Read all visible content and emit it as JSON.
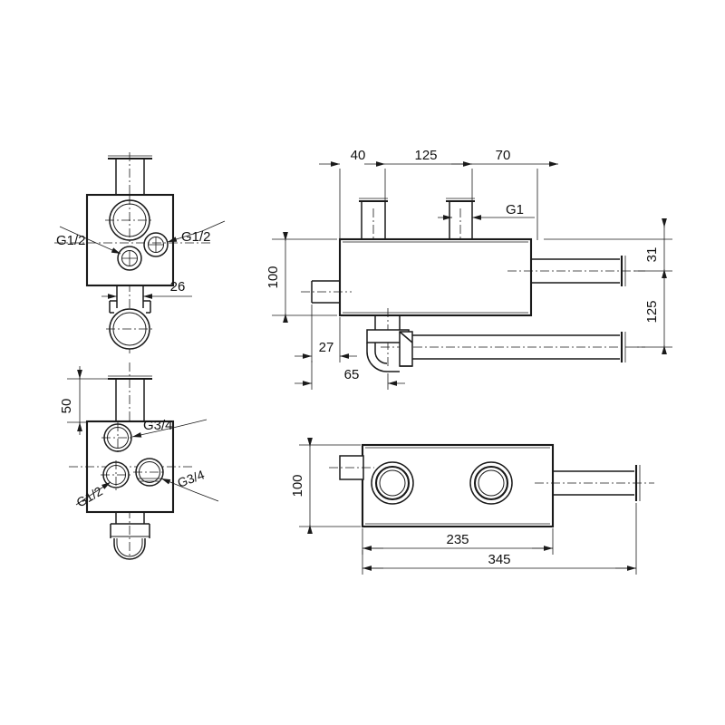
{
  "drawing": {
    "title": "Concealed thermostatic mixer valve body - technical dimension drawing",
    "line_color": "#1a1a1a",
    "background": "#ffffff",
    "units": "mm",
    "views": [
      {
        "name": "front-view-upper-left",
        "id": "view-front"
      },
      {
        "name": "front-view-lower-left",
        "id": "view-front-alt"
      },
      {
        "name": "side-section-view",
        "id": "view-side"
      },
      {
        "name": "plan-view",
        "id": "view-plan"
      }
    ]
  },
  "labels": {
    "front_view": {
      "thread_left": "G1/2",
      "thread_right": "G1/2",
      "dim_26": "26"
    },
    "front_view_alt": {
      "dim_50": "50",
      "thread_top_right": "G3/4",
      "thread_bottom_left": "G1/2",
      "thread_bottom_right": "G3/4"
    },
    "side_view": {
      "dim_40": "40",
      "dim_125": "125",
      "dim_70": "70",
      "thread_g1": "G1",
      "dim_100": "100",
      "dim_27": "27",
      "dim_65": "65",
      "dim_31": "31",
      "dim_125_right": "125"
    },
    "plan_view": {
      "dim_100": "100",
      "dim_235": "235",
      "dim_345": "345"
    }
  },
  "chart_data": {
    "type": "table",
    "title": "Dimensions (mm)",
    "categories": [
      "40",
      "125",
      "70",
      "100",
      "27",
      "65",
      "31",
      "125",
      "26",
      "50",
      "235",
      "345"
    ],
    "values": [
      40,
      125,
      70,
      100,
      27,
      65,
      31,
      125,
      26,
      50,
      235,
      345
    ],
    "thread_sizes": [
      "G1/2",
      "G1/2",
      "G3/4",
      "G3/4",
      "G1/2",
      "G1"
    ]
  }
}
